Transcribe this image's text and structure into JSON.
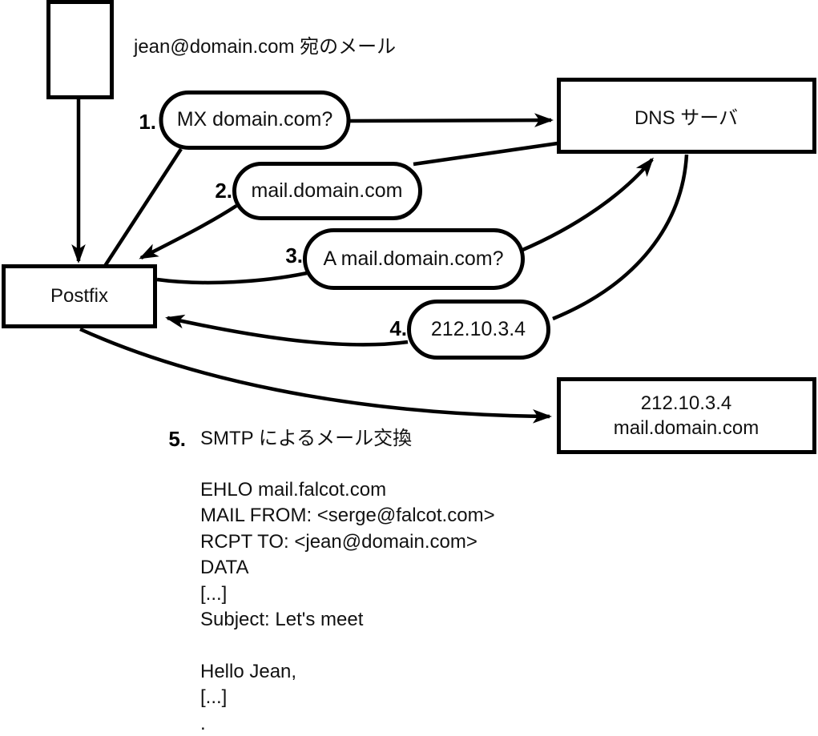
{
  "title_note": "jean@domain.com 宛のメール",
  "nodes": {
    "postfix": "Postfix",
    "dns": "DNS サーバ",
    "mailserver": {
      "line1": "212.10.3.4",
      "line2": "mail.domain.com"
    }
  },
  "steps": [
    {
      "num": "1.",
      "label": "MX domain.com?"
    },
    {
      "num": "2.",
      "label": "mail.domain.com"
    },
    {
      "num": "3.",
      "label": "A mail.domain.com?"
    },
    {
      "num": "4.",
      "label": "212.10.3.4"
    },
    {
      "num": "5.",
      "label": "SMTP によるメール交換"
    }
  ],
  "smtp_session": {
    "lines": [
      "EHLO mail.falcot.com",
      "MAIL FROM: <serge@falcot.com>",
      "RCPT TO: <jean@domain.com>",
      "DATA",
      "[...]",
      "Subject: Let's meet",
      "",
      "Hello Jean,",
      "[...]",
      "."
    ]
  },
  "colors": {
    "line": "#000000",
    "background": "#ffffff",
    "text": "#111111"
  }
}
